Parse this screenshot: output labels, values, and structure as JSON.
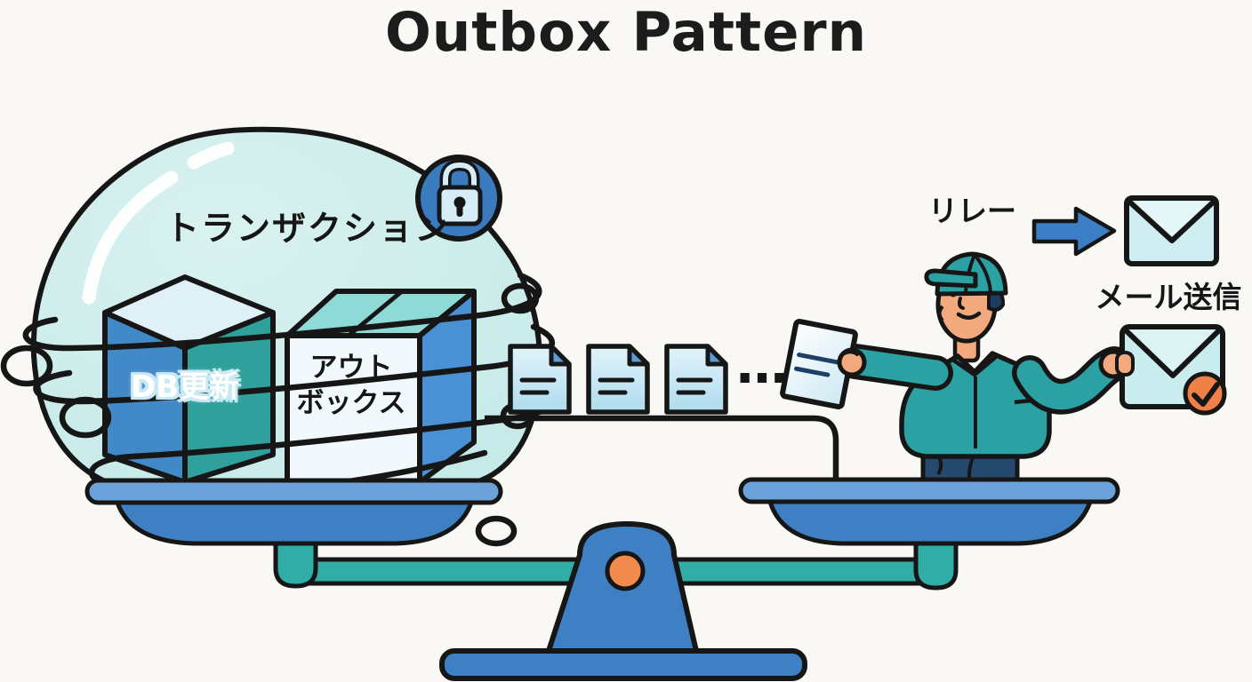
{
  "title": "Outbox Pattern",
  "transaction_bubble": {
    "label": "トランザクション",
    "lock_icon": "padlock",
    "db_cube": {
      "label": "DB更新"
    },
    "outbox_box": {
      "label_line1": "アウト",
      "label_line2": "ボックス"
    }
  },
  "message_queue": {
    "document_icon_count": 3,
    "ellipsis": "…"
  },
  "relay": {
    "label": "リレー",
    "arrow_icon": "right-arrow",
    "envelope_icon": "envelope",
    "mail_send_label": "メール送信",
    "worker_icon": "delivery-person",
    "check_icon": "check-badge"
  },
  "scale_icon": "balance-scale",
  "colors": {
    "background": "#faf8f4",
    "outline": "#161616",
    "bubble": "#cdecea",
    "teal": "#2fada6",
    "shirt_teal": "#2ba1a3",
    "blue": "#3e80c3",
    "light_blue_bar": "#6ba2da",
    "cube_left": "#4289c8",
    "cube_right": "#2fa09b",
    "box_top": "#8edad6",
    "box_right": "#4a90d4",
    "doc_blue": "#b9e1f1",
    "envelope": "#cfeef2",
    "orange": "#ef8148",
    "skin": "#f3a97e",
    "navy": "#26496e"
  }
}
